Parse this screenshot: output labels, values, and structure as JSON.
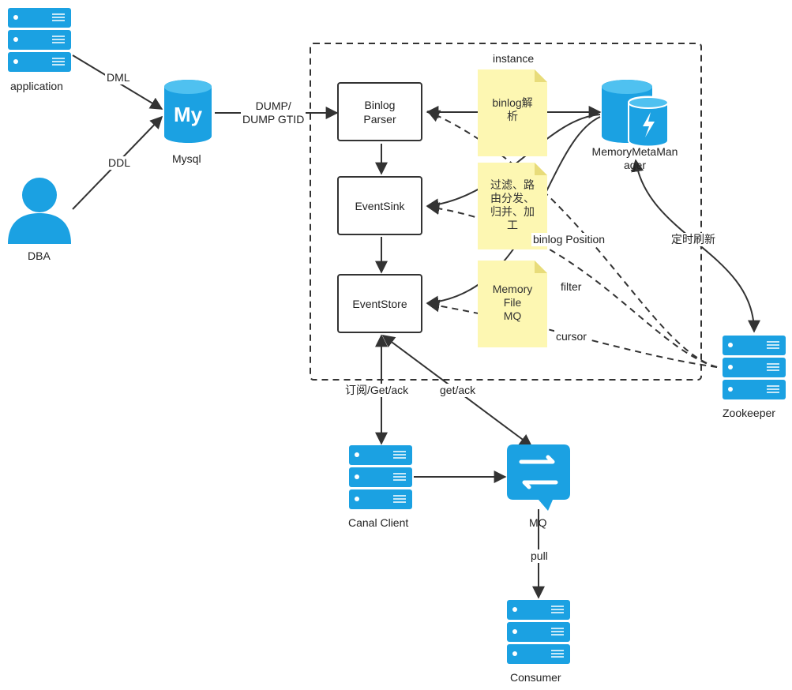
{
  "colors": {
    "accent": "#1ba1e2",
    "note": "#fdf7b2",
    "line": "#333333"
  },
  "instance_label": "instance",
  "nodes": {
    "application": "application",
    "dba": "DBA",
    "mysql": "Mysql",
    "mysql_logo": "My",
    "memory_meta_manager": "MemoryMetaMan\nager",
    "zookeeper": "Zookeeper",
    "canal_client": "Canal Client",
    "mq": "MQ",
    "consumer": "Consumer"
  },
  "components": {
    "binlog_parser": "Binlog\nParser",
    "event_sink": "EventSink",
    "event_store": "EventStore"
  },
  "notes": {
    "binlog_parse": "binlog解\n析",
    "filter_route": "过滤、路\n由分发、\n归并、加\n工",
    "memory_file_mq": "Memory\nFile\nMQ"
  },
  "edge_labels": {
    "dml": "DML",
    "ddl": "DDL",
    "dump": "DUMP/\nDUMP GTID",
    "binlog_position": "binlog Position",
    "filter": "filter",
    "cursor": "cursor",
    "timed_refresh": "定时刷新",
    "subscribe": "订阅/Get/ack",
    "get_ack": "get/ack",
    "pull": "pull"
  },
  "icons": [
    "server-icon",
    "user-icon",
    "mysql-icon",
    "database-icon",
    "mq-icon"
  ]
}
